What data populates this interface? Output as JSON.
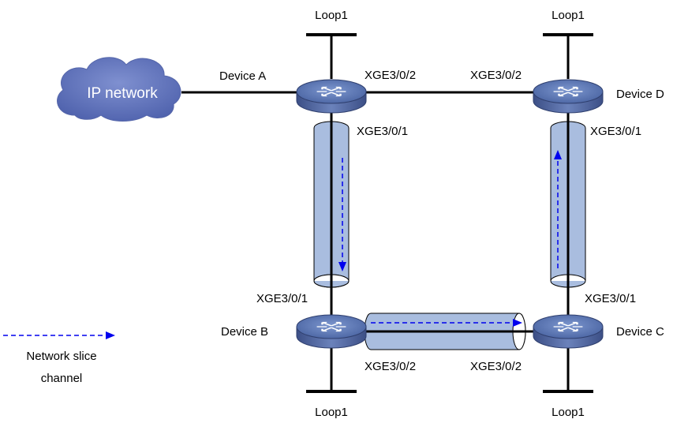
{
  "cloud": {
    "label": "IP network"
  },
  "devices": {
    "a": {
      "name": "Device A"
    },
    "b": {
      "name": "Device B"
    },
    "c": {
      "name": "Device C"
    },
    "d": {
      "name": "Device D"
    }
  },
  "loopbacks": {
    "a": "Loop1",
    "b": "Loop1",
    "c": "Loop1",
    "d": "Loop1"
  },
  "interfaces": {
    "a_to_d": "XGE3/0/2",
    "d_to_a": "XGE3/0/2",
    "a_to_b": "XGE3/0/1",
    "b_to_a": "XGE3/0/1",
    "d_to_c": "XGE3/0/1",
    "c_to_d": "XGE3/0/1",
    "b_to_c": "XGE3/0/2",
    "c_to_b": "XGE3/0/2"
  },
  "legend": {
    "line1": "Network slice",
    "line2": "channel",
    "color": "#0000ee"
  },
  "colors": {
    "cloud": "#5b6eb8",
    "router_top": "#4f6aa8",
    "tube": "#a9bddf"
  }
}
